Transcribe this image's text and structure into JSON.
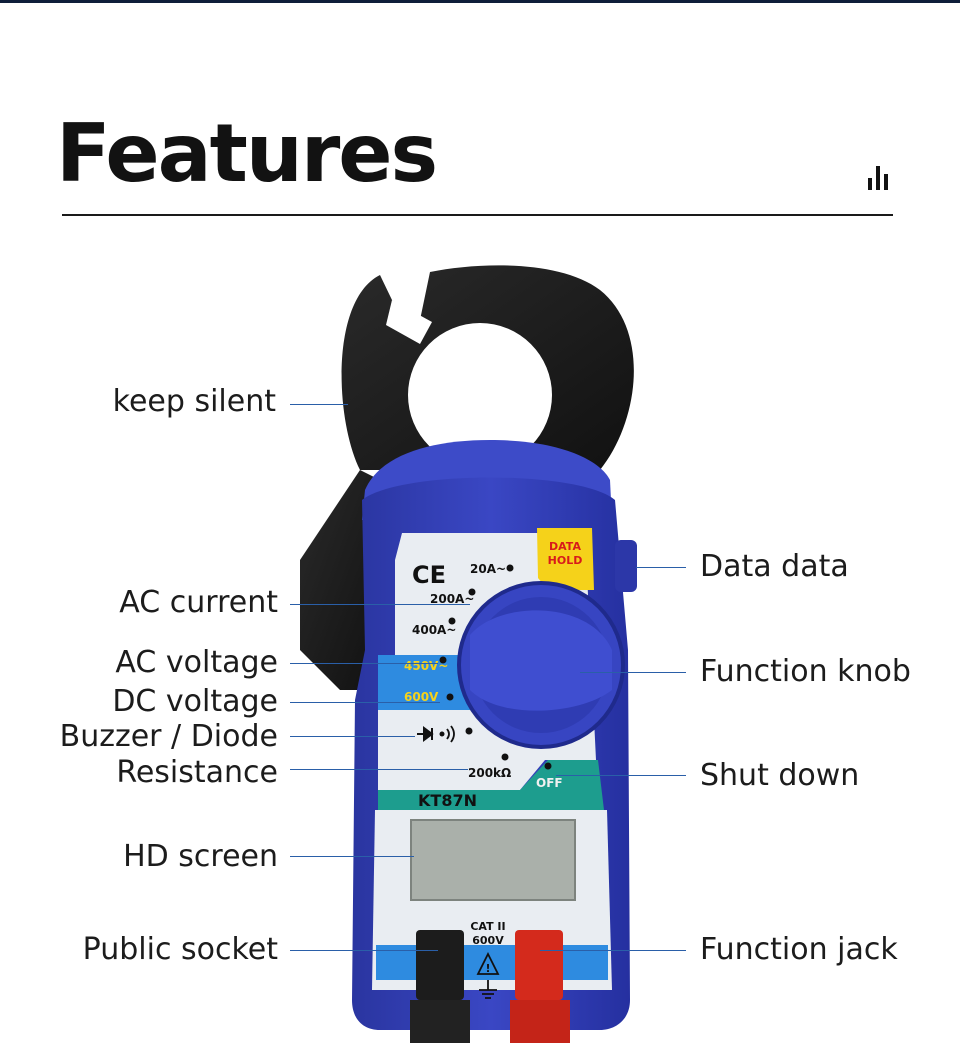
{
  "heading": {
    "title": "Features"
  },
  "icons": {
    "signal": "signal-bars-icon",
    "ce": "ce-mark-icon",
    "diode": "diode-icon",
    "buzzer": "buzzer-icon",
    "warning": "warning-triangle-icon",
    "ground": "ground-icon"
  },
  "device": {
    "model": "KT87N",
    "hold_button": {
      "line1": "DATA",
      "line2": "HOLD"
    },
    "ce_mark": "CE",
    "ranges": {
      "a20": "20A~",
      "a200": "200A~",
      "a400": "400A~",
      "v450": "450V~",
      "v600": "600V",
      "ohm": "200kΩ",
      "off": "OFF"
    },
    "rating": {
      "cat": "CAT II",
      "volt": "600V"
    }
  },
  "callouts": {
    "keep_silent": "keep silent",
    "ac_current": "AC current",
    "ac_voltage": "AC voltage",
    "dc_voltage": "DC voltage",
    "buzzer_diode": "Buzzer / Diode",
    "resistance": "Resistance",
    "hd_screen": "HD screen",
    "public_socket": "Public socket",
    "data_data": "Data data",
    "function_knob": "Function knob",
    "shut_down": "Shut down",
    "function_jack": "Function jack"
  },
  "colors": {
    "body_blue": "#3340b8",
    "jaw_black": "#1e1e1e",
    "panel_white": "#e8edf3",
    "band_blue": "#2f8fe0",
    "teal": "#1d9d8e",
    "hold_yellow": "#f5d21a",
    "lcd": "#a9aea9",
    "plug_red": "#d42a1c",
    "leader": "#2a5fa8"
  }
}
